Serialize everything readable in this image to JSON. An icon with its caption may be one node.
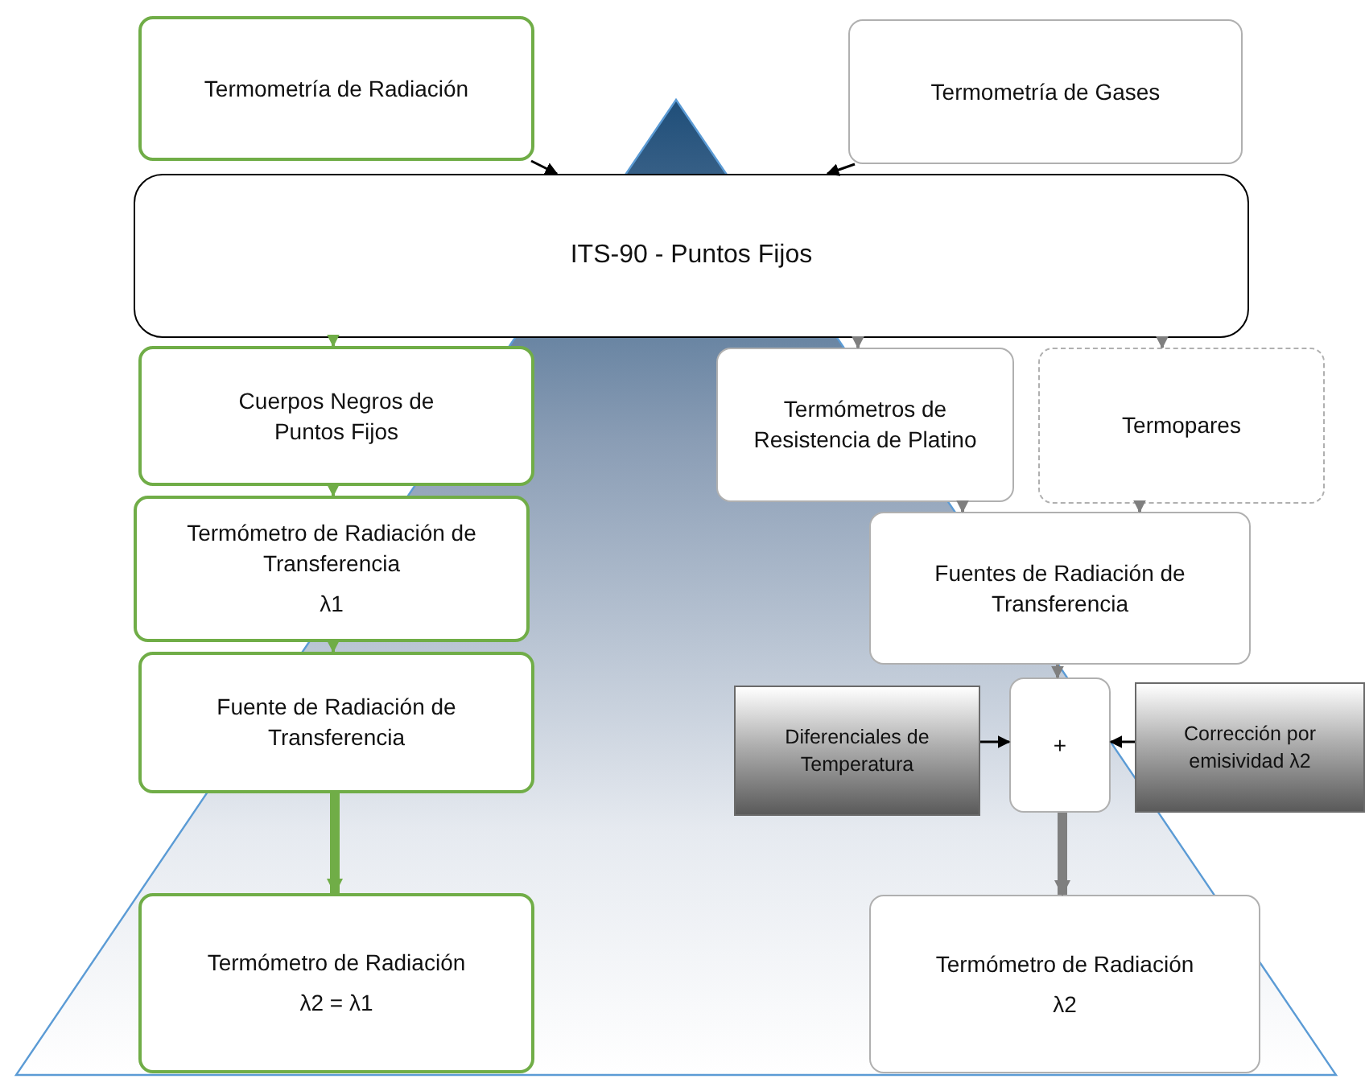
{
  "diagram": {
    "nodes": [
      {
        "text": [
          "Termometría de Radiación"
        ]
      },
      {
        "text": [
          "Termometría de Gases"
        ]
      },
      {
        "text": [
          "ITS-90  -  Puntos Fijos"
        ]
      },
      {
        "text": [
          "Cuerpos Negros de Puntos Fijos"
        ]
      },
      {
        "text": [
          "Termómetro de Radiación de Transferencia",
          "λ1"
        ]
      },
      {
        "text": [
          "Fuente de Radiación de Transferencia"
        ]
      },
      {
        "text": [
          "Termómetro de Radiación",
          "λ2 = λ1"
        ]
      },
      {
        "text": [
          "Termómetros de Resistencia de Platino"
        ]
      },
      {
        "text": [
          "Termopares"
        ]
      },
      {
        "text": [
          "Fuentes de Radiación de Transferencia"
        ]
      },
      {
        "text": [
          "Diferenciales de Temperatura"
        ]
      },
      {
        "text": [
          "+"
        ]
      },
      {
        "text": [
          "Corrección por emisividad λ2"
        ]
      },
      {
        "text": [
          "Termómetro de Radiación",
          "λ2"
        ]
      }
    ],
    "edges": [
      {
        "from": 0,
        "to": 2,
        "arrow": "to",
        "color": "#000000"
      },
      {
        "from": 1,
        "to": 2,
        "arrow": "to",
        "color": "#000000"
      },
      {
        "from": 2,
        "to": 3,
        "arrow": "to",
        "color": "#70ad47"
      },
      {
        "from": 3,
        "to": 4,
        "arrow": "to",
        "color": "#70ad47"
      },
      {
        "from": 4,
        "to": 5,
        "arrow": "to",
        "color": "#70ad47"
      },
      {
        "from": 5,
        "to": 6,
        "arrow": "to",
        "style": "thick",
        "color": "#70ad47"
      },
      {
        "from": 2,
        "to": 7,
        "arrow": "to"
      },
      {
        "from": 2,
        "to": 8,
        "arrow": "to"
      },
      {
        "from": 7,
        "to": 9,
        "arrow": "to"
      },
      {
        "from": 8,
        "to": 9,
        "arrow": "to"
      },
      {
        "from": 9,
        "to": 11,
        "arrow": "to"
      },
      {
        "from": 10,
        "to": 11,
        "arrow": "to",
        "color": "#000000"
      },
      {
        "from": 12,
        "to": 11,
        "arrow": "to",
        "color": "#000000"
      },
      {
        "from": 11,
        "to": 13,
        "arrow": "to",
        "style": "thick"
      }
    ]
  }
}
